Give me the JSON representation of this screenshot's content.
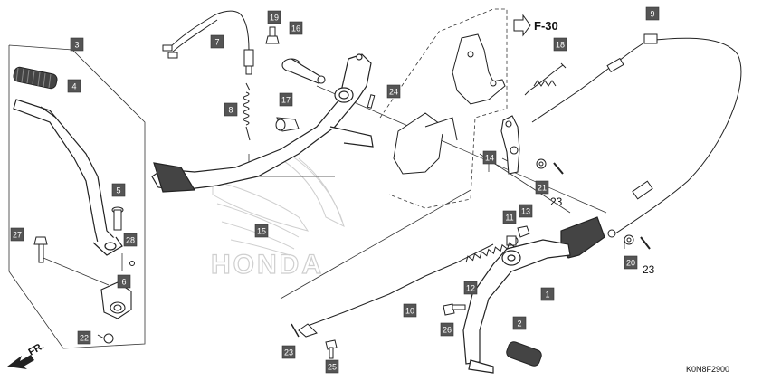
{
  "diagram": {
    "code": "K0N8F2900",
    "ref_arrow_label": "F-30",
    "front_label": "FR.",
    "watermark": "HONDA",
    "callouts": [
      {
        "id": "c3",
        "label": "3"
      },
      {
        "id": "c4",
        "label": "4"
      },
      {
        "id": "c7",
        "label": "7"
      },
      {
        "id": "c19",
        "label": "19"
      },
      {
        "id": "c16",
        "label": "16"
      },
      {
        "id": "c8",
        "label": "8"
      },
      {
        "id": "c17",
        "label": "17"
      },
      {
        "id": "c24",
        "label": "24"
      },
      {
        "id": "c18",
        "label": "18"
      },
      {
        "id": "c9",
        "label": "9"
      },
      {
        "id": "c5",
        "label": "5"
      },
      {
        "id": "c27",
        "label": "27"
      },
      {
        "id": "c28",
        "label": "28"
      },
      {
        "id": "c6",
        "label": "6"
      },
      {
        "id": "c22",
        "label": "22"
      },
      {
        "id": "c15",
        "label": "15"
      },
      {
        "id": "c14",
        "label": "14"
      },
      {
        "id": "c21",
        "label": "21"
      },
      {
        "id": "c11",
        "label": "11"
      },
      {
        "id": "c13",
        "label": "13"
      },
      {
        "id": "c12",
        "label": "12"
      },
      {
        "id": "c10",
        "label": "10"
      },
      {
        "id": "c26",
        "label": "26"
      },
      {
        "id": "c1",
        "label": "1"
      },
      {
        "id": "c2",
        "label": "2"
      },
      {
        "id": "c23a",
        "label": "23"
      },
      {
        "id": "c25",
        "label": "25"
      },
      {
        "id": "c20",
        "label": "20"
      }
    ],
    "free_labels": [
      {
        "id": "t23a",
        "label": "23"
      },
      {
        "id": "t23b",
        "label": "23"
      }
    ]
  }
}
